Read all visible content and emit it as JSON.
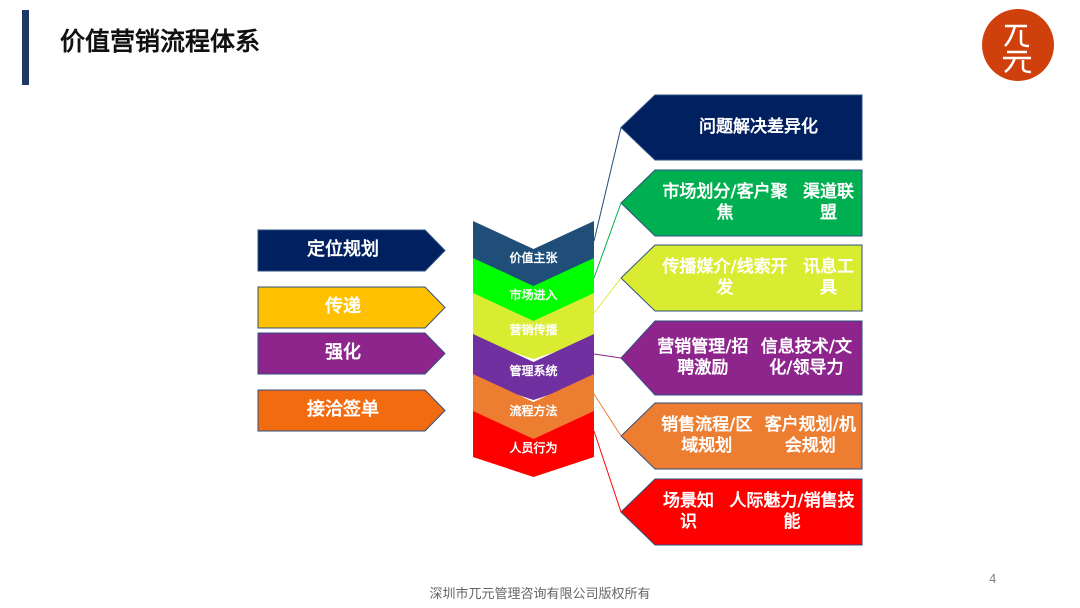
{
  "title": "价值营销流程体系",
  "logo_text": "兀元",
  "left_items": [
    {
      "label": "定位规划",
      "color": "#002060"
    },
    {
      "label": "传递",
      "color": "#ffc000"
    },
    {
      "label": "强化",
      "color": "#8e258d"
    },
    {
      "label": "接洽签单",
      "color": "#f26b0f"
    }
  ],
  "chevrons": [
    {
      "label": "价值主张",
      "color": "#1f4e79"
    },
    {
      "label": "市场进入",
      "color": "#00ff00"
    },
    {
      "label": "营销传播",
      "color": "#d9ec32"
    },
    {
      "label": "管理系统",
      "color": "#7030a0"
    },
    {
      "label": "流程方法",
      "color": "#ed7d31"
    },
    {
      "label": "人员行为",
      "color": "#ff0000"
    }
  ],
  "right_items": [
    {
      "line1": "问题解决",
      "line2": "差异化",
      "color": "#002060"
    },
    {
      "line1": "市场划分/客户聚焦",
      "line2": "渠道联盟",
      "color": "#00b050"
    },
    {
      "line1": "传播媒介/线索开发",
      "line2": "讯息工具",
      "color": "#d9ec32"
    },
    {
      "line1": "营销管理/招聘激励",
      "line2": "信息技术/文化/领导力",
      "color": "#8e258d"
    },
    {
      "line1": "销售流程/区域规划",
      "line2": "客户规划/机会规划",
      "color": "#ed7d31"
    },
    {
      "line1": "场景知识",
      "line2": "人际魅力/销售技能",
      "color": "#ff0000"
    }
  ],
  "footer": "深圳市兀元管理咨询有限公司版权所有",
  "page_number": "4"
}
